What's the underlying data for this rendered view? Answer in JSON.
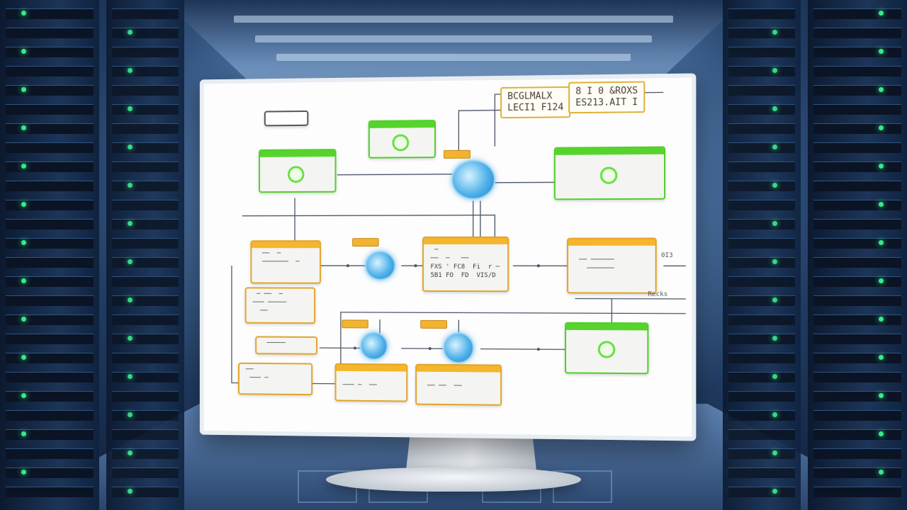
{
  "monitor": {
    "header_boxes": [
      {
        "text": "BCGLMALX\nLECI1 F124"
      },
      {
        "text": "8 I 0 &ROXS\nES213.AIT I"
      }
    ],
    "boxes": [
      {
        "id": "A",
        "color": "green",
        "text": "  "
      },
      {
        "id": "B",
        "color": "green",
        "text": "  "
      },
      {
        "id": "C",
        "color": "green",
        "text": "  "
      },
      {
        "id": "D",
        "color": "orange",
        "text": "  ──  ─\n  ───────  ─"
      },
      {
        "id": "E",
        "color": "orange",
        "text": "  ─ ──  ─\n ─── ─────\n   ──"
      },
      {
        "id": "F",
        "color": "orange",
        "text": "  ─\n ──  ─   ──\n FXS ' FC8  Fi  r ─\n 5B1 FO  FD  VIS/D"
      },
      {
        "id": "G",
        "color": "orange",
        "text": "\n  ── ──────\n    ───────"
      },
      {
        "id": "H",
        "color": "orange",
        "text": "  ─────"
      },
      {
        "id": "I",
        "color": "orange",
        "text": " ──\n  ─── ─"
      },
      {
        "id": "J",
        "color": "orange",
        "text": "\n ─── ─  ──"
      },
      {
        "id": "K",
        "color": "orange",
        "text": "\n  ── ──  ──"
      },
      {
        "id": "L",
        "color": "green",
        "text": "  "
      }
    ],
    "notes": [
      "0I3",
      "Recks"
    ]
  },
  "colors": {
    "accent_orange": "#f5b62d",
    "accent_green": "#57d42c",
    "node_blue": "#4fb2ea"
  }
}
